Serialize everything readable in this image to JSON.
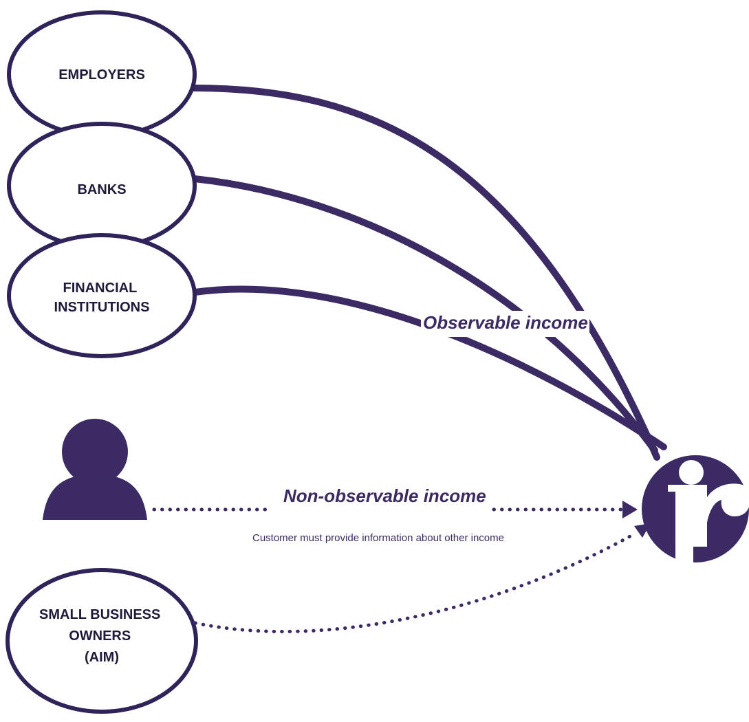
{
  "colors": {
    "primary": "#3b2a63",
    "ellipse_stroke": "#2f235a",
    "ellipse_fill": "#ffffff",
    "text_dark": "#1f1a3a"
  },
  "sources": {
    "employers": "EMPLOYERS",
    "banks": "BANKS",
    "financial_institutions": [
      "FINANCIAL",
      "INSTITUTIONS"
    ],
    "small_business_owners": [
      "SMALL BUSINESS",
      "OWNERS",
      "(AIM)"
    ]
  },
  "flows": {
    "observable_label": "Observable income",
    "non_observable_label": "Non-observable income",
    "customer_note": "Customer must provide information about other income"
  },
  "icons": {
    "person": "person-icon",
    "ir_logo": "ir-logo-icon"
  }
}
